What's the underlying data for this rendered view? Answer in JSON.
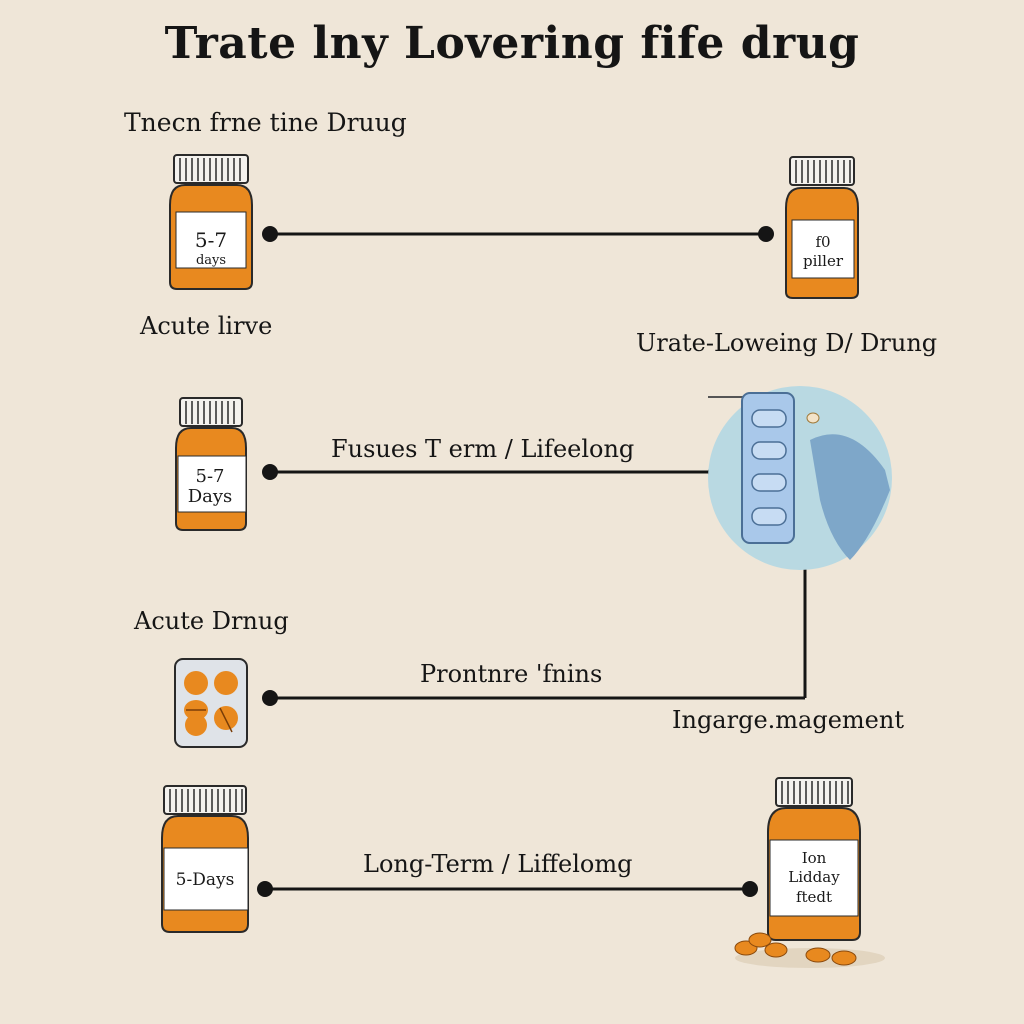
{
  "title": "Trate lny Lovering fife drug",
  "labels": {
    "top_left_heading": "Tnecn frne tine Druug",
    "acute_lirve": "Acute lirve",
    "urate_lowering": "Urate-Loweing D/ Drung",
    "acute_drug": "Acute Drnug",
    "ingarge": "Ingarge.magement"
  },
  "connectors": {
    "row2": "Fusues T erm / Lifeelong",
    "row3": "Prontnre 'fnins",
    "row4": "Long-Term / Liffelomg"
  },
  "bottles": {
    "b1": {
      "line1": "5-7",
      "line2": "days"
    },
    "b2": {
      "line1": "f0",
      "line2": "piller"
    },
    "b3": {
      "line1": "5-7",
      "line2": "Days"
    },
    "b4": {
      "line1": "5-Days"
    },
    "b5": {
      "line1": "Ion",
      "line2": "Lidday",
      "line3": "ftedt"
    }
  },
  "colors": {
    "background": "#efe6d8",
    "bottle_orange": "#e8891f",
    "cap_white": "#f4f2ee",
    "line": "#151515",
    "circle_blue": "#b9d9e2",
    "hand_blue": "#7ea7c9",
    "pill_box": "#dfe3e8"
  }
}
